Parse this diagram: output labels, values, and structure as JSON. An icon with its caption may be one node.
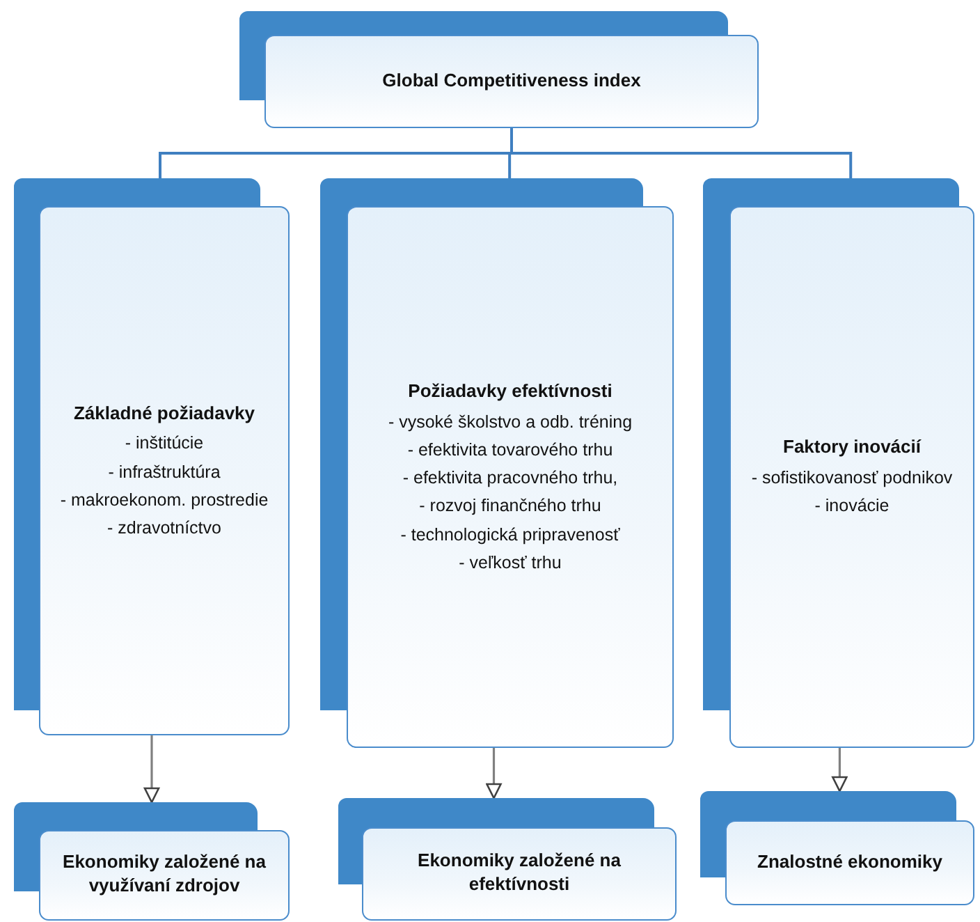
{
  "diagram": {
    "nodes": [
      {
        "text": [
          "Global Competitiveness index"
        ]
      },
      {
        "text": [
          "Základné požiadavky",
          "- inštitúcie",
          "- infraštruktúra",
          "- makroekonom. prostredie",
          "- zdravotníctvo"
        ]
      },
      {
        "text": [
          "Požiadavky efektívnosti",
          "- vysoké školstvo a odb. tréning",
          "- efektivita tovarového trhu",
          "- efektivita pracovného trhu,",
          "- rozvoj finančného trhu",
          "- technologická pripravenosť",
          "- veľkosť trhu"
        ]
      },
      {
        "text": [
          "Faktory inovácií",
          "- sofistikovanosť podnikov",
          "- inovácie"
        ]
      },
      {
        "text": [
          "Ekonomiky založené na využívaní zdrojov"
        ]
      },
      {
        "text": [
          "Ekonomiky založené na efektívnosti"
        ]
      },
      {
        "text": [
          "Znalostné ekonomiky"
        ]
      }
    ],
    "edges": [
      {
        "from": 0,
        "to": 1,
        "arrow": "none"
      },
      {
        "from": 0,
        "to": 2,
        "arrow": "none"
      },
      {
        "from": 0,
        "to": 3,
        "arrow": "none"
      },
      {
        "from": 1,
        "to": 4,
        "arrow": "to",
        "color": "#808080"
      },
      {
        "from": 2,
        "to": 5,
        "arrow": "to",
        "color": "#808080"
      },
      {
        "from": 3,
        "to": 6,
        "arrow": "to",
        "color": "#808080"
      }
    ]
  }
}
